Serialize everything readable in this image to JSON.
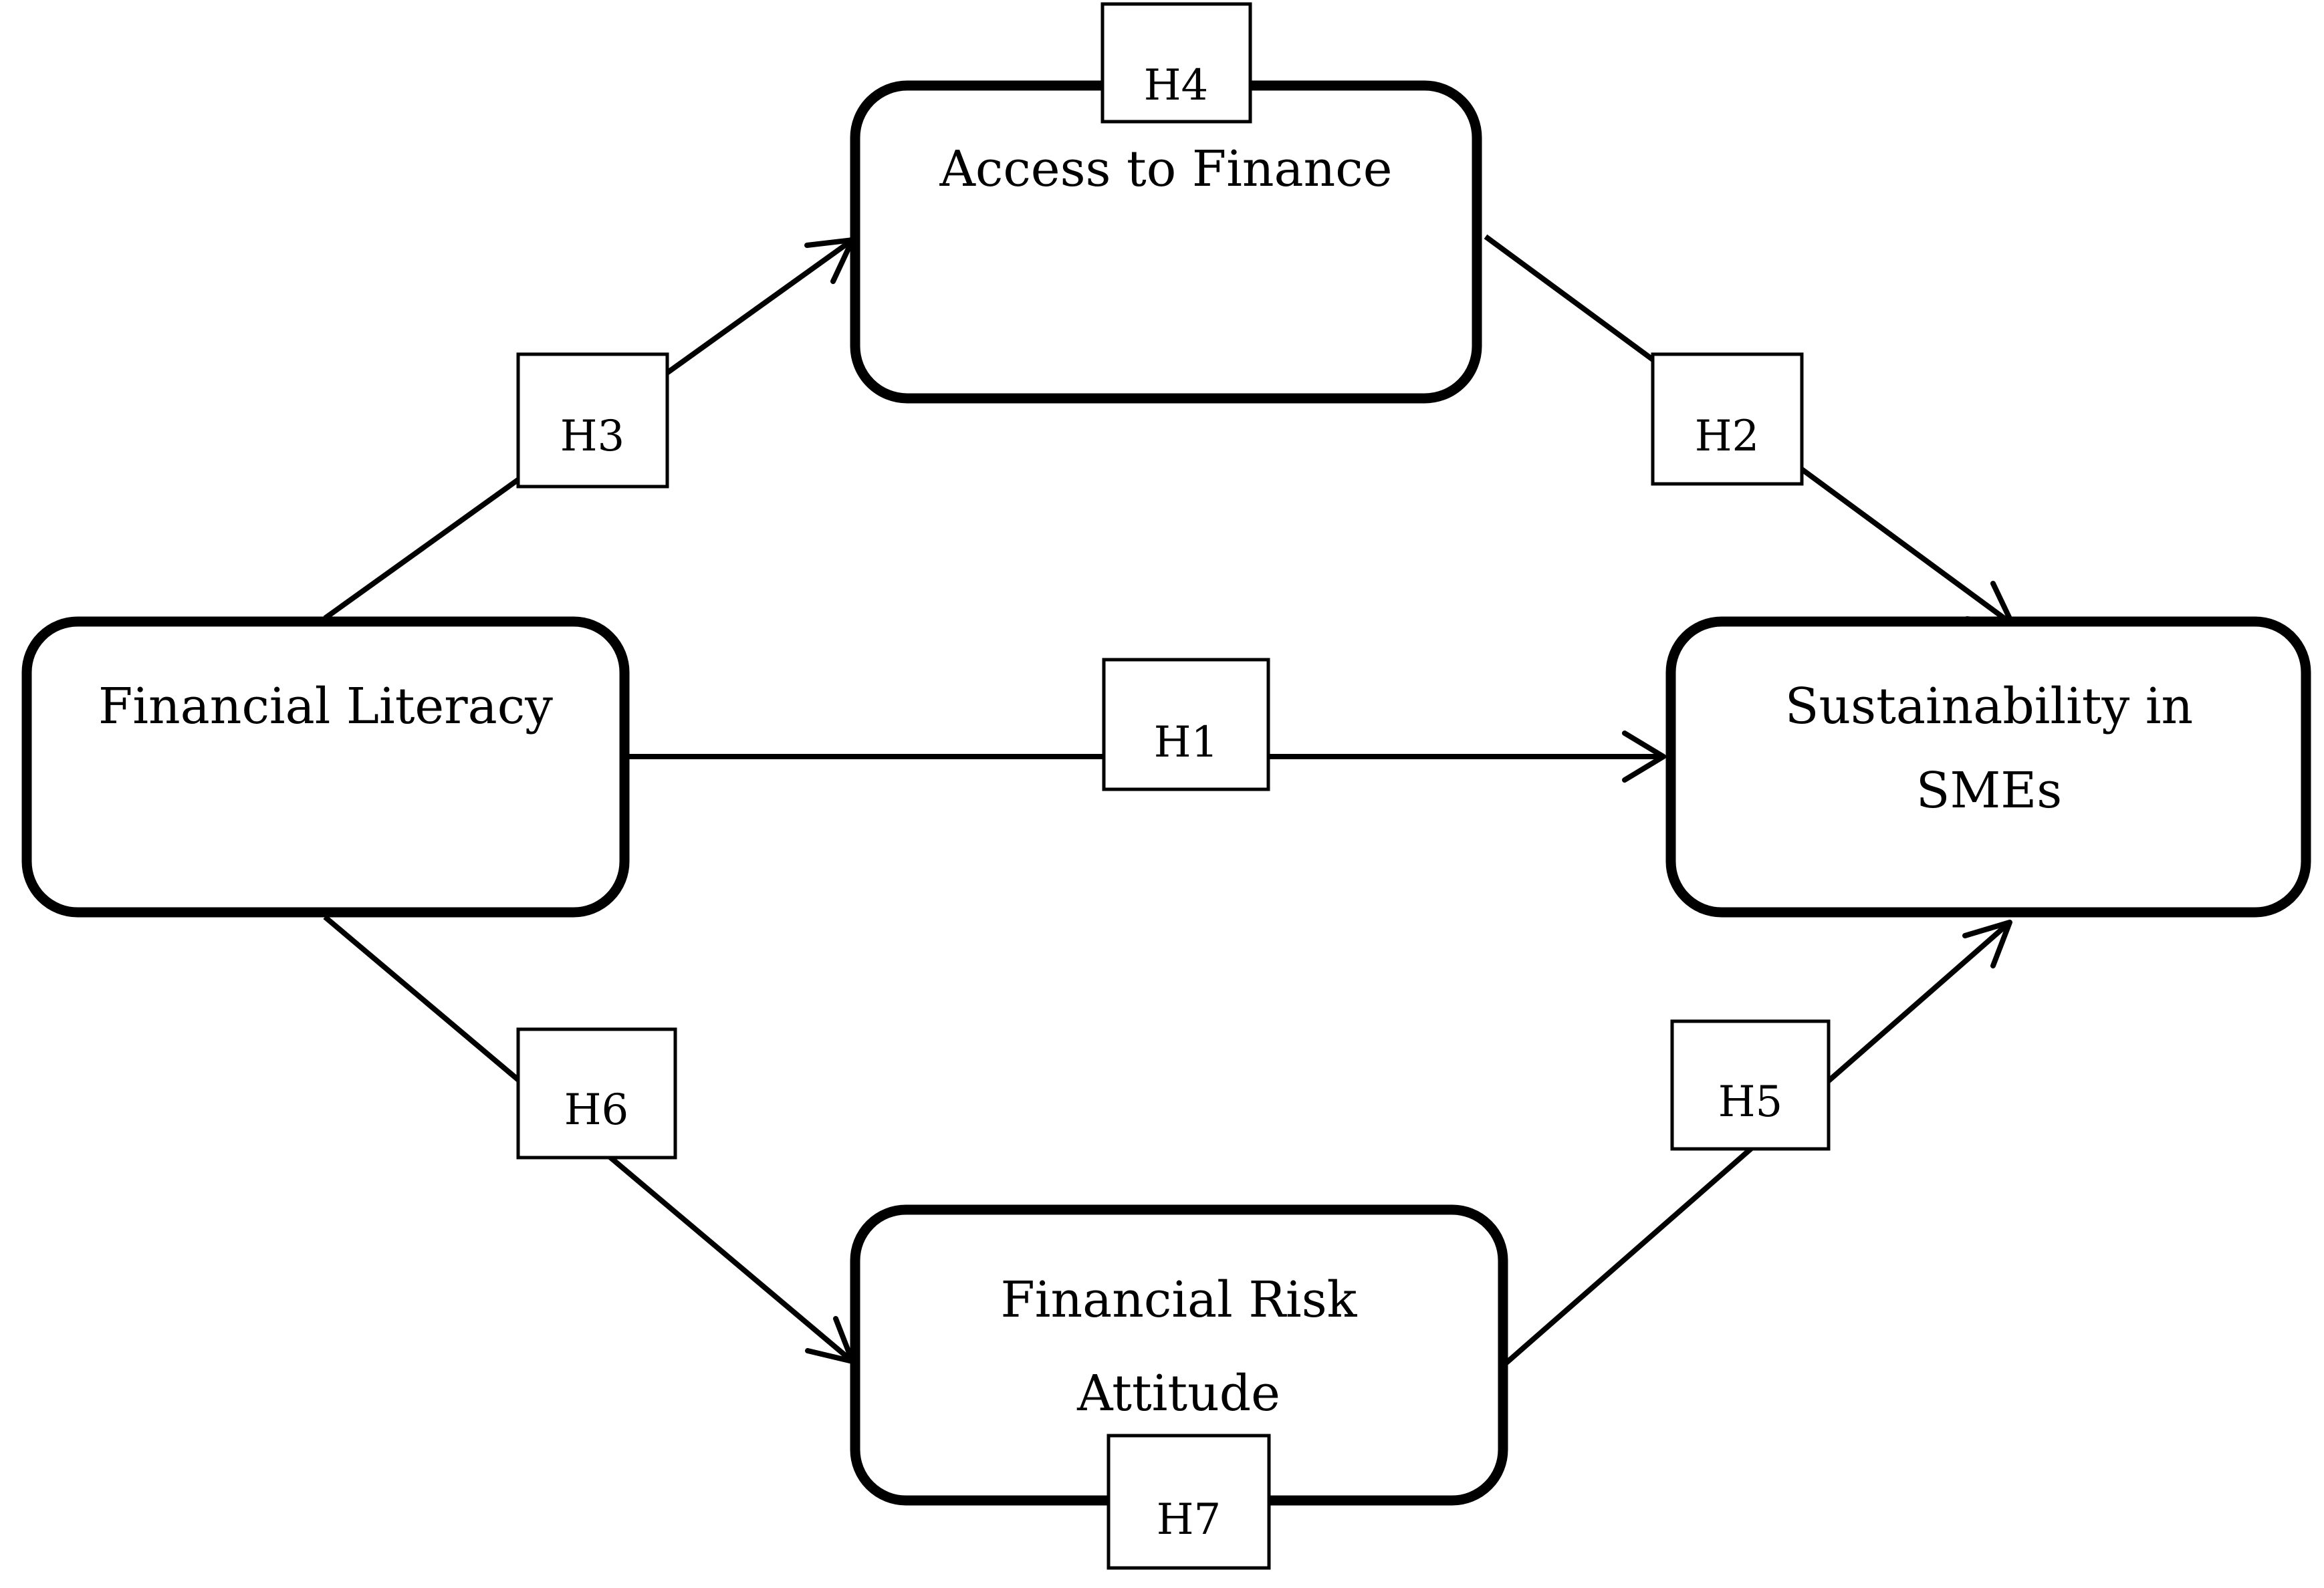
{
  "nodes": {
    "financial_literacy": {
      "line1": "Financial Literacy",
      "line2": ""
    },
    "access_to_finance": {
      "line1": "Access to Finance",
      "line2": ""
    },
    "sustainability_smes": {
      "line1": "Sustainability in",
      "line2": "SMEs"
    },
    "financial_risk_attitude": {
      "line1": "Financial Risk",
      "line2": "Attitude"
    }
  },
  "hypotheses": {
    "h1": "H1",
    "h2": "H2",
    "h3": "H3",
    "h4": "H4",
    "h5": "H5",
    "h6": "H6",
    "h7": "H7"
  },
  "colors": {
    "stroke": "#000000",
    "background": "#ffffff"
  }
}
